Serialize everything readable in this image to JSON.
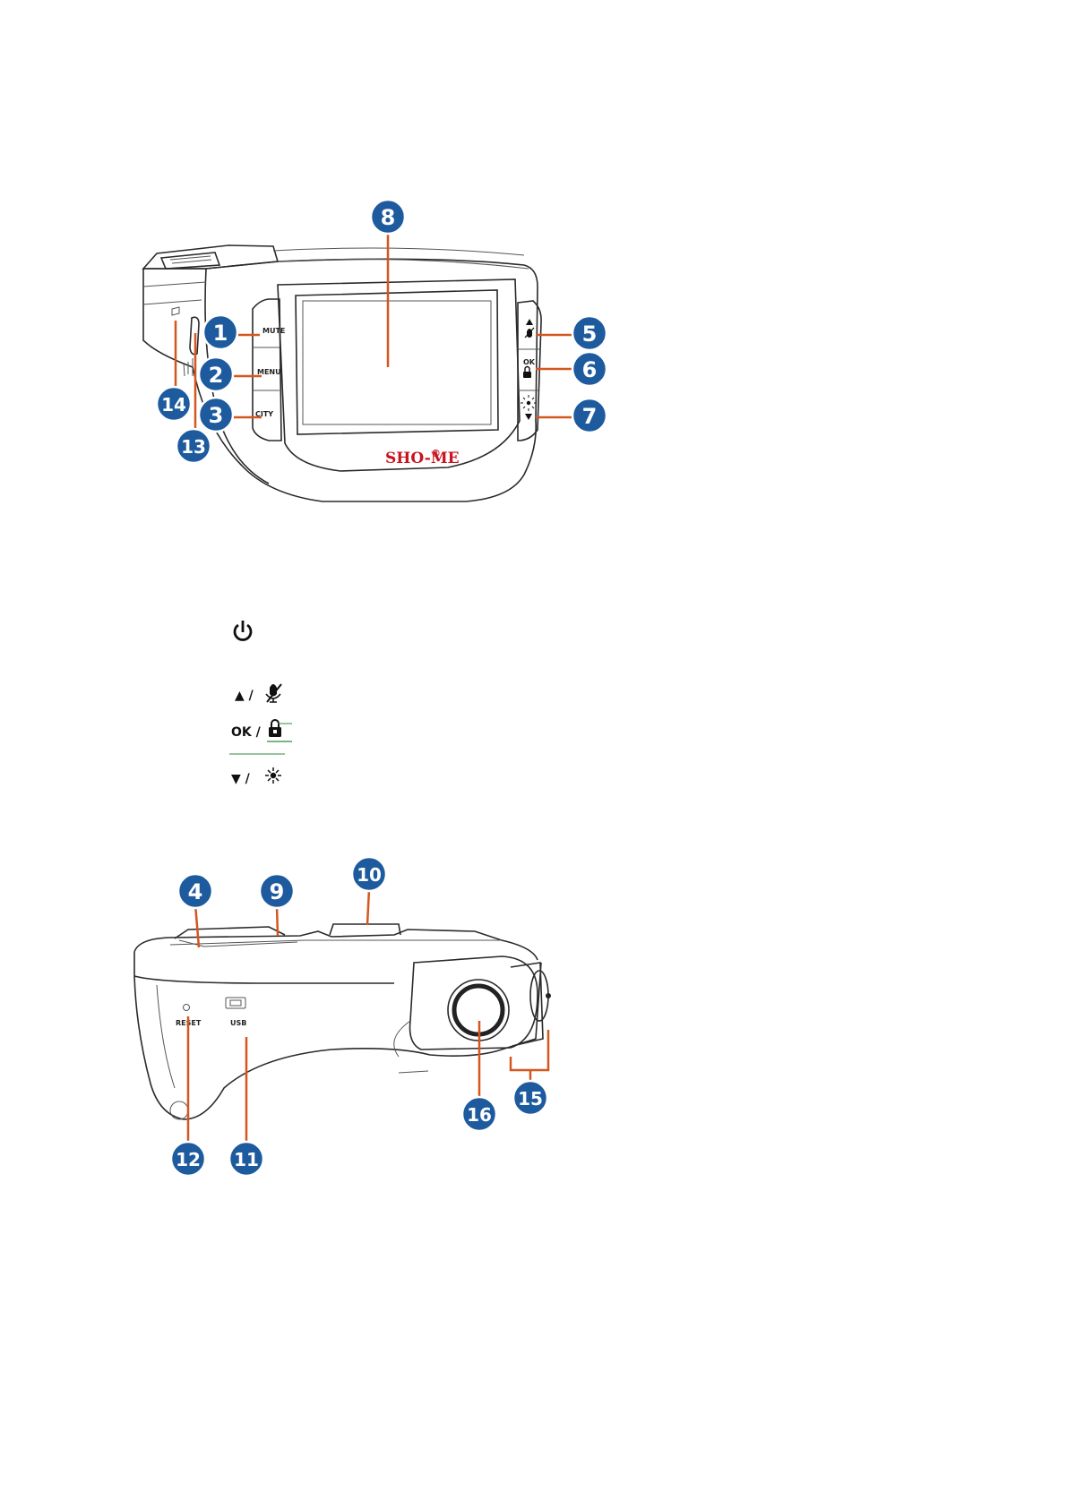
{
  "front_view": {
    "brand": "SHO-ME",
    "brand_mark": "®",
    "button_labels": {
      "mute": "MUTE",
      "menu": "MENU",
      "city": "CITY",
      "ok": "OK"
    },
    "callouts": [
      "1",
      "2",
      "3",
      "5",
      "6",
      "7",
      "8",
      "13",
      "14"
    ]
  },
  "legend": {
    "items": [
      {
        "icon": "power-icon",
        "text": ""
      },
      {
        "icon": "up-mute-icon",
        "text": "▲ /"
      },
      {
        "icon": "ok-lock-icon",
        "text": "OK /"
      },
      {
        "icon": "down-brightness-icon",
        "text": "▼ /"
      }
    ]
  },
  "side_view": {
    "reset_label": "RESET",
    "usb_label": "USB",
    "callouts": [
      "4",
      "9",
      "10",
      "11",
      "12",
      "15",
      "16"
    ]
  },
  "colors": {
    "callout": "#1d5a9e",
    "leader": "#d4571f",
    "brand": "#c8141e",
    "underline": "#2e8b3a"
  }
}
